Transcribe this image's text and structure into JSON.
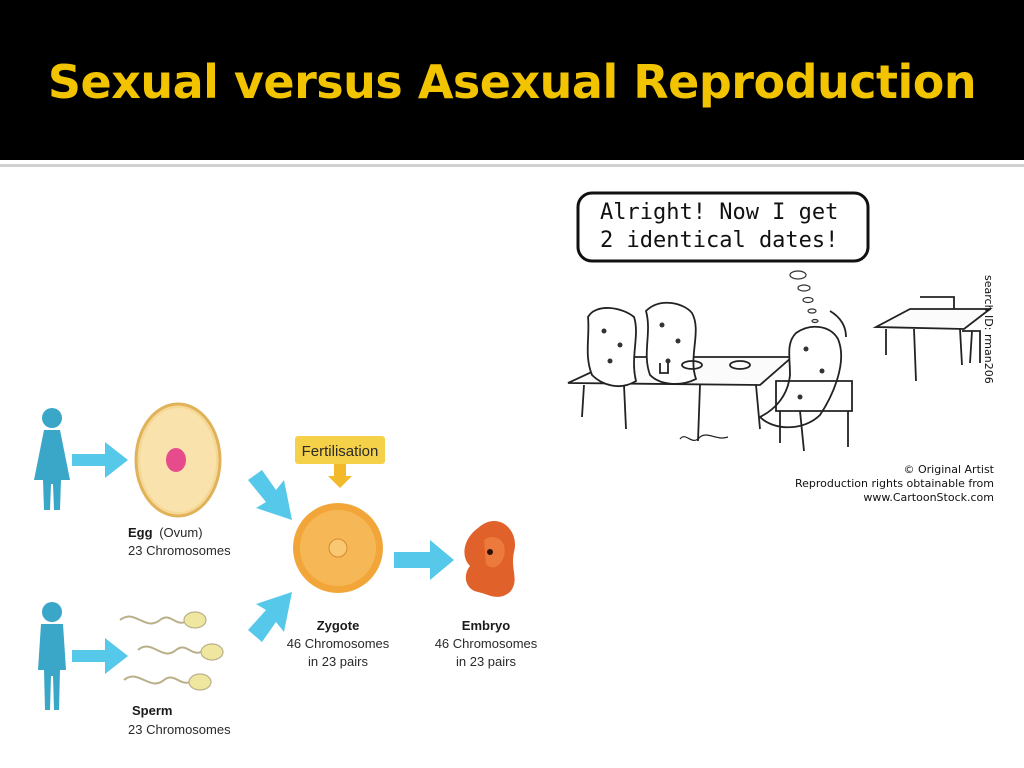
{
  "slide": {
    "title": "Sexual versus Asexual Reproduction"
  },
  "diagram": {
    "fertilisation": "Fertilisation",
    "egg": {
      "name": "Egg",
      "qualifier": "(Ovum)",
      "detail": "23 Chromosomes"
    },
    "sperm": {
      "name": "Sperm",
      "detail": "23 Chromosomes"
    },
    "zygote": {
      "name": "Zygote",
      "line1": "46 Chromosomes",
      "line2": "in 23 pairs"
    },
    "embryo": {
      "name": "Embryo",
      "line1": "46 Chromosomes",
      "line2": "in 23 pairs"
    },
    "colors": {
      "arrow": "#56c8ea",
      "figure": "#3aa6c8",
      "egg": "#f6d896",
      "zygote": "#f2a63a",
      "embryo": "#e0622a",
      "fertilisation_box": "#f5d14a"
    }
  },
  "cartoon": {
    "bubble_line1": "Alright! Now I get",
    "bubble_line2": "2 identical dates!",
    "search_id": "search ID: rman206",
    "copyright": "© Original Artist",
    "rights_line1": "Reproduction rights obtainable from",
    "rights_line2": "www.CartoonStock.com"
  }
}
